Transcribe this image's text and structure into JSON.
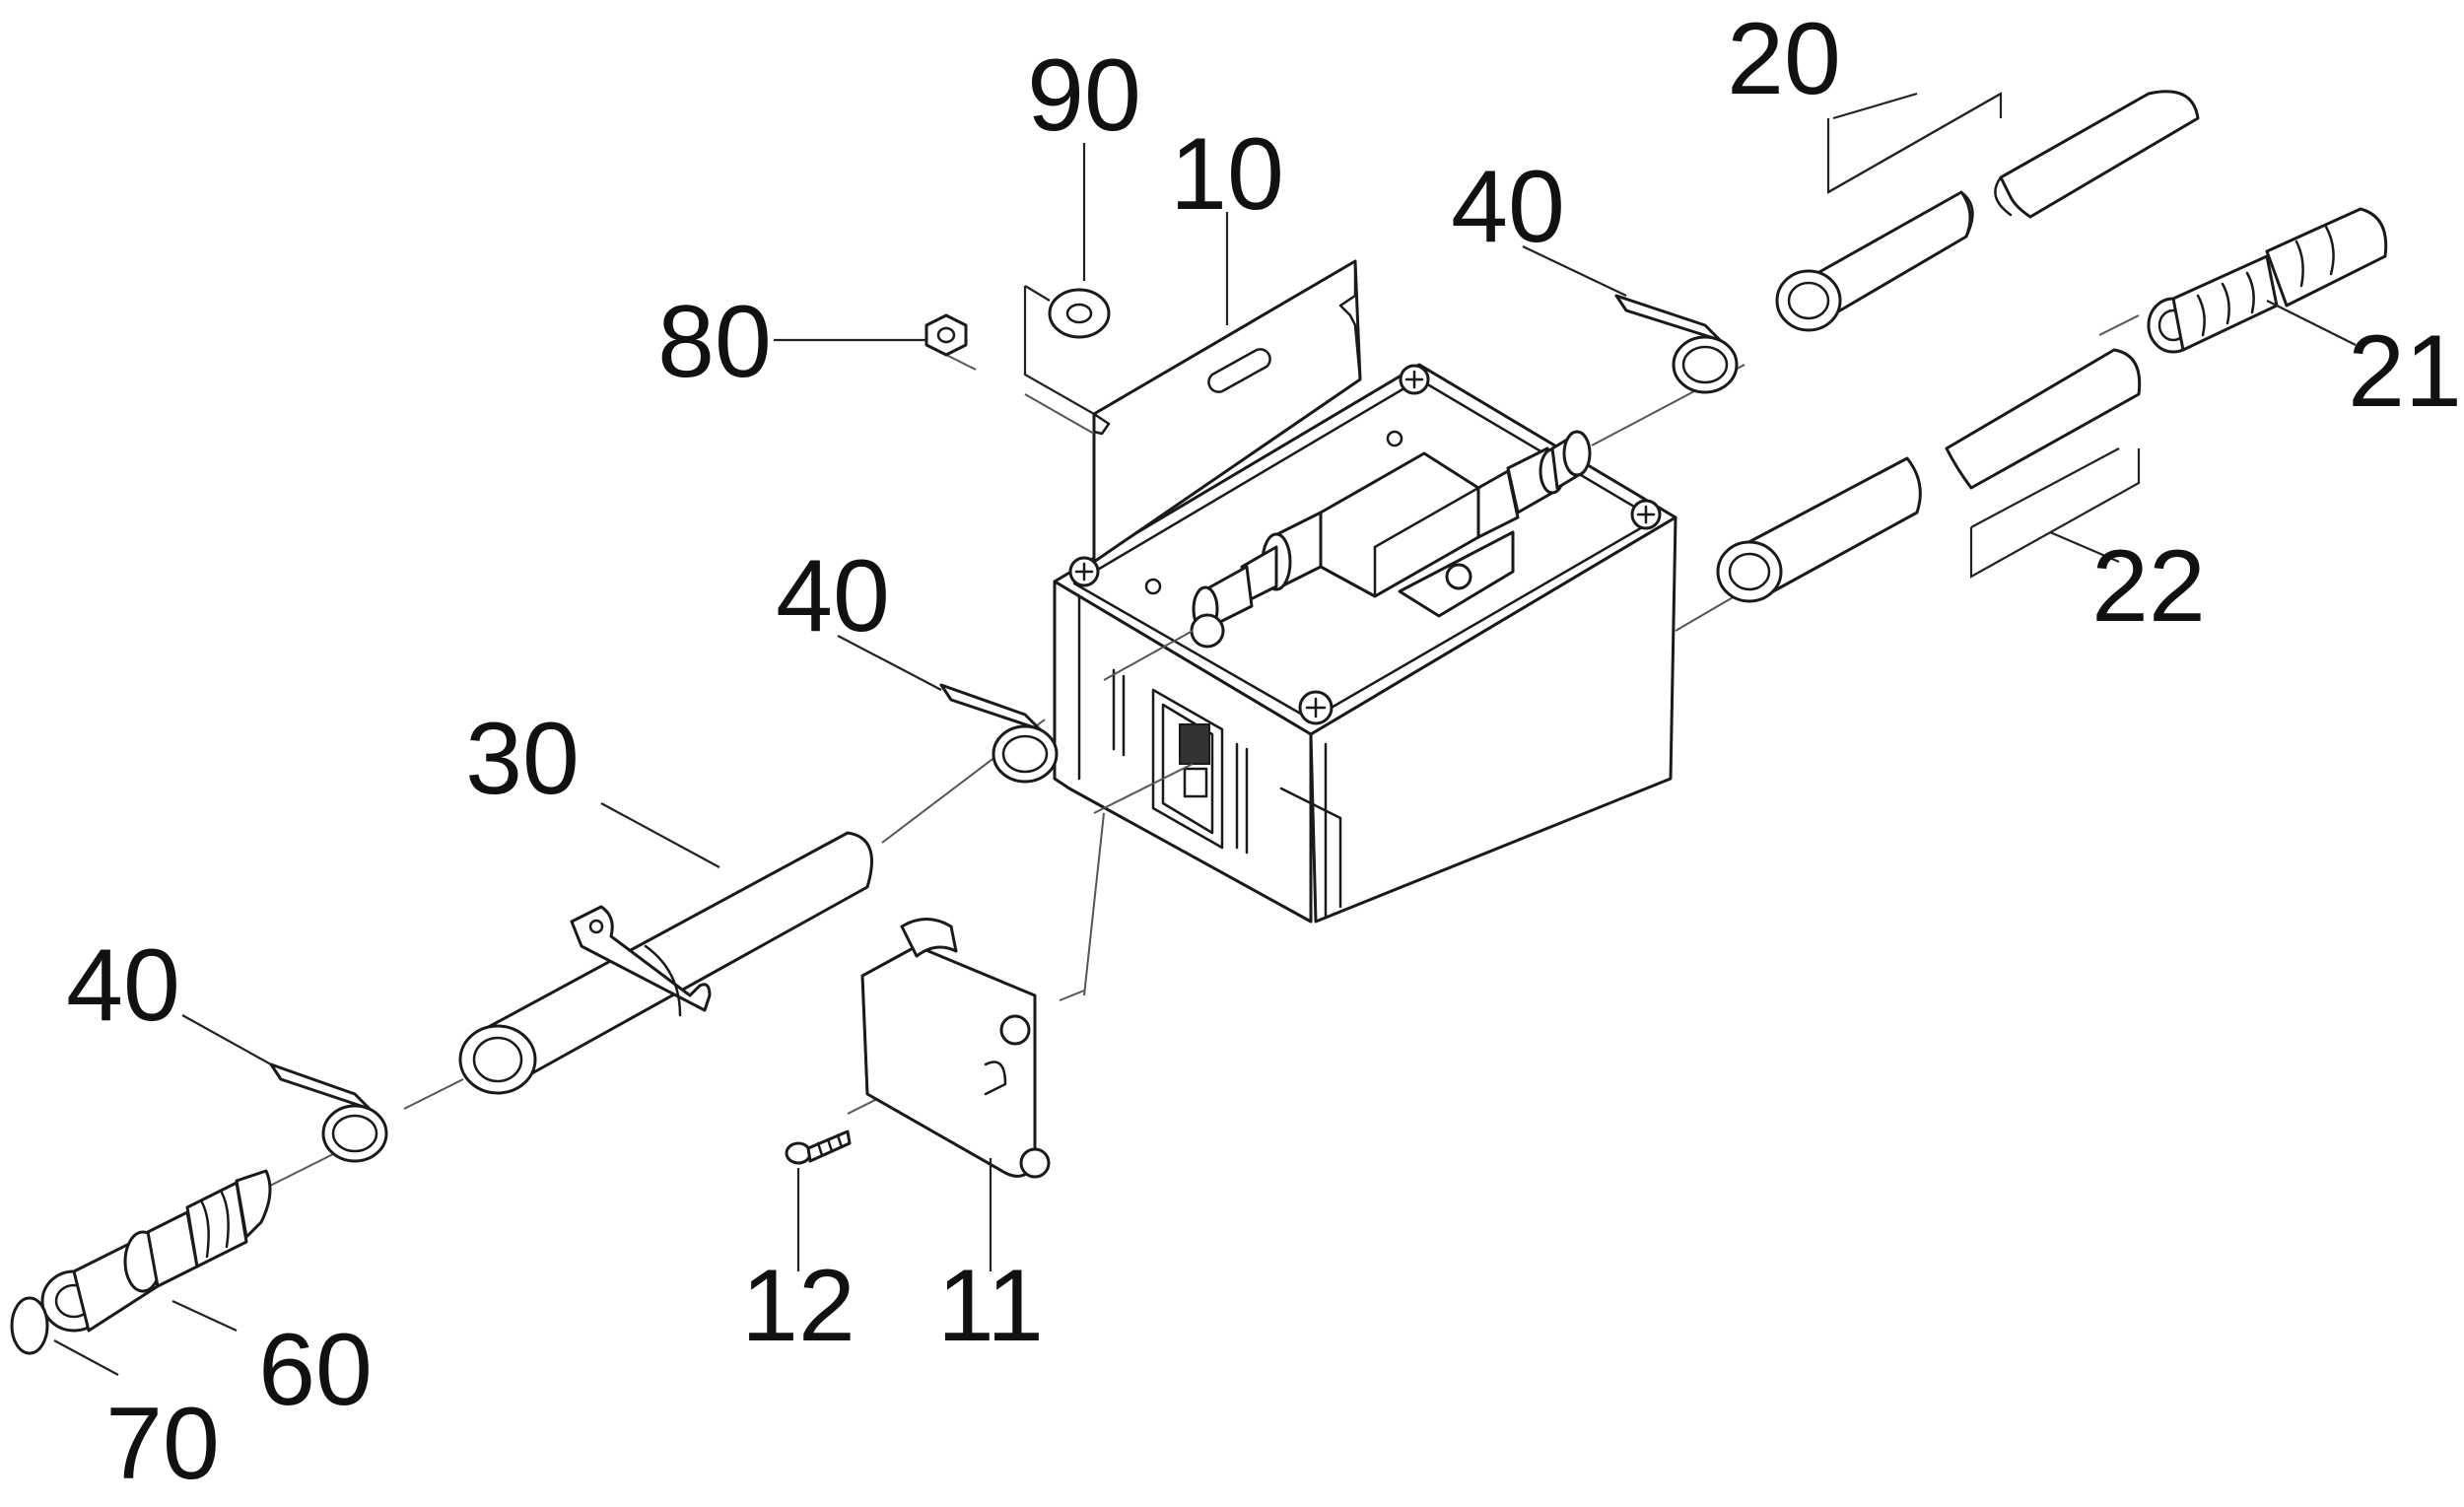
{
  "diagram": {
    "type": "exploded-parts-view",
    "callouts": [
      {
        "id": "c90",
        "text": "90"
      },
      {
        "id": "c10",
        "text": "10"
      },
      {
        "id": "c80",
        "text": "80"
      },
      {
        "id": "c20",
        "text": "20"
      },
      {
        "id": "c40a",
        "text": "40"
      },
      {
        "id": "c21",
        "text": "21"
      },
      {
        "id": "c22",
        "text": "22"
      },
      {
        "id": "c40b",
        "text": "40"
      },
      {
        "id": "c30",
        "text": "30"
      },
      {
        "id": "c40c",
        "text": "40"
      },
      {
        "id": "c12",
        "text": "12"
      },
      {
        "id": "c11",
        "text": "11"
      },
      {
        "id": "c60",
        "text": "60"
      },
      {
        "id": "c70",
        "text": "70"
      }
    ]
  }
}
